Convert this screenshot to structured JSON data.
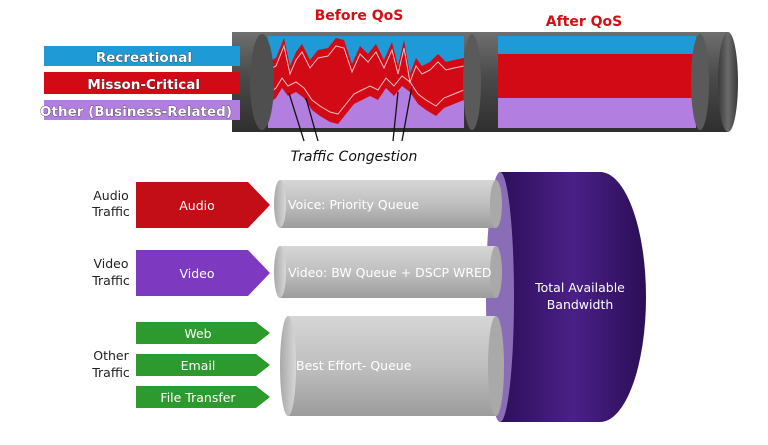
{
  "top": {
    "before_title": "Before QoS",
    "after_title": "After QoS",
    "bands": [
      {
        "label": "Recreational",
        "color": "#1e9ad6"
      },
      {
        "label": "Misson-Critical",
        "color": "#d20a16"
      },
      {
        "label": "Other (Business-Related)",
        "color": "#b27fe0"
      }
    ],
    "congestion_label": "Traffic Congestion"
  },
  "bottom": {
    "groups": [
      {
        "label_lines": [
          "Audio",
          "Traffic"
        ],
        "arrows": [
          {
            "label": "Audio",
            "color": "#c30d17"
          }
        ],
        "queue": "Voice: Priority Queue"
      },
      {
        "label_lines": [
          "Video",
          "Traffic"
        ],
        "arrows": [
          {
            "label": "Video",
            "color": "#7d3ac1"
          }
        ],
        "queue": "Video: BW Queue + DSCP WRED"
      },
      {
        "label_lines": [
          "Other",
          "Traffic"
        ],
        "arrows": [
          {
            "label": "Web",
            "color": "#2d9a2d"
          },
          {
            "label": "Email",
            "color": "#2d9a2d"
          },
          {
            "label": "File Transfer",
            "color": "#2d9a2d"
          }
        ],
        "queue": "Best Effort- Queue"
      }
    ],
    "total_lines": [
      "Total Available",
      "Bandwidth"
    ],
    "total_color": "#3b1670"
  }
}
